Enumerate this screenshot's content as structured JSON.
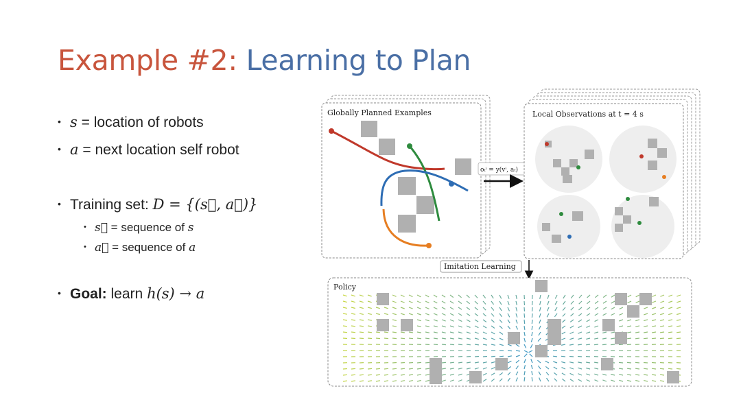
{
  "title": {
    "part1": "Example #2:",
    "part2": "Learning to Plan"
  },
  "bullets": {
    "s_var": "s",
    "s_text": "= location of robots",
    "a_var": "a",
    "a_text": "= next location self robot",
    "training_label": "Training set:",
    "training_eq": "D = {(s⃗, a⃗)}",
    "sub1_var": "s⃗",
    "sub1_text": "= sequence of",
    "sub1_end": "s",
    "sub2_var": "a⃗",
    "sub2_text": "= sequence of",
    "sub2_end": "a",
    "goal_bold": "Goal:",
    "goal_text": "learn",
    "goal_eq": "h(s) → a"
  },
  "diagram": {
    "panel_global": "Globally Planned Examples",
    "panel_local": "Local Observations at t = 4 s",
    "panel_policy": "Policy",
    "arrow_label": "oₜⁱ = y(vⁱ, aₜ)",
    "imitation_label": "Imitation Learning"
  },
  "colors": {
    "title_red": "#c8553d",
    "title_blue": "#4a6fa5",
    "path_red": "#c0392b",
    "path_green": "#2e8b3e",
    "path_orange": "#e67e22",
    "path_blue": "#2e6db4",
    "obstacle": "#b0b0b0"
  }
}
